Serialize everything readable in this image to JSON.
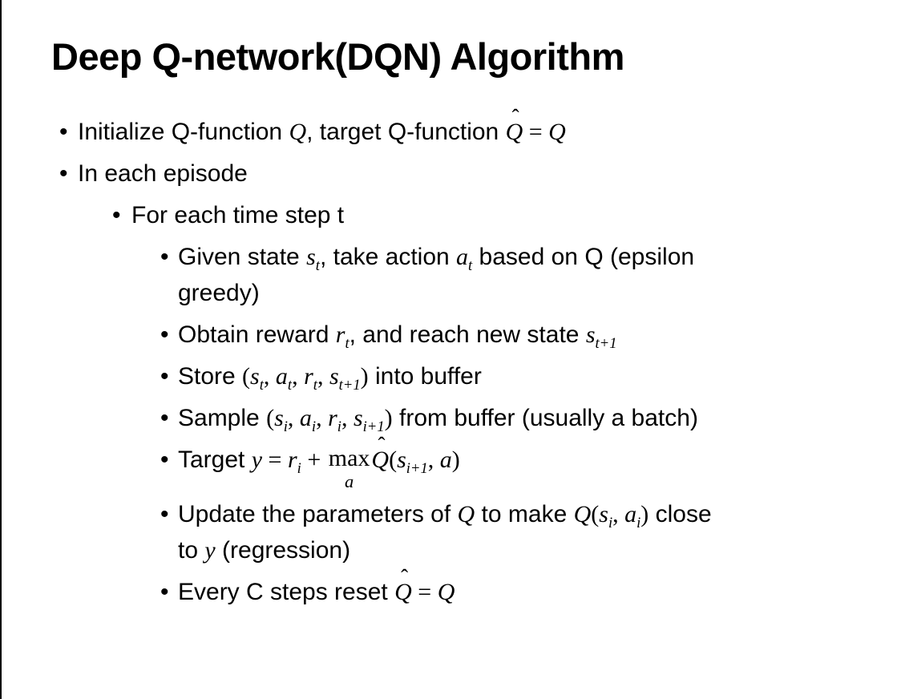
{
  "slide": {
    "title": "Deep Q-network(DQN) Algorithm",
    "bullet": "•",
    "hat": "ˆ",
    "b0": {
      "p0": "Initialize Q-function ",
      "q1": "Q",
      "p1": ", target Q-function ",
      "qh": "Q",
      "eq": " = ",
      "q2": "Q"
    },
    "b1": {
      "p0": "In each episode"
    },
    "b2": {
      "p0": "For each time step t"
    },
    "b3": {
      "p0": "Given state ",
      "v0": "s",
      "s0": "t",
      "p1": ", take action ",
      "v1": "a",
      "s1": "t",
      "p2": " based on Q (epsilon",
      "l2": "greedy)"
    },
    "b4": {
      "p0": "Obtain reward ",
      "v0": "r",
      "s0": "t",
      "p1": ", and reach new state ",
      "v1": "s",
      "s1": "t+1"
    },
    "b5": {
      "p0": "Store ",
      "o": "(",
      "v0": "s",
      "s0": "t",
      "c0": ", ",
      "v1": "a",
      "s1": "t",
      "c1": ", ",
      "v2": "r",
      "s2": "t",
      "c2": ", ",
      "v3": "s",
      "s3": "t+1",
      "cl": ")",
      "p1": " into buffer"
    },
    "b6": {
      "p0": "Sample ",
      "o": "(",
      "v0": "s",
      "s0": "i",
      "c0": ", ",
      "v1": "a",
      "s1": "i",
      "c1": ", ",
      "v2": "r",
      "s2": "i",
      "c2": ", ",
      "v3": "s",
      "s3": "i+1",
      "cl": ")",
      "p1": " from buffer (usually a batch)"
    },
    "b7": {
      "p0": "Target ",
      "y": "y",
      "eq": " = ",
      "r": "r",
      "sr": "i",
      "plus": " + ",
      "op": "max",
      "under": "a",
      "qh": "Q",
      "o": "(",
      "v0": "s",
      "s0": "i+1",
      "c0": ", ",
      "a": "a",
      "cl": ")"
    },
    "b8": {
      "p0": "Update the parameters of ",
      "q0": "Q",
      "p1": " to make ",
      "q1": "Q",
      "o": "(",
      "v0": "s",
      "s0": "i",
      "c0": ", ",
      "v1": "a",
      "s1": "i",
      "cl": ")",
      "p2": " close",
      "l2a": "to ",
      "yv": "y",
      "l2b": " (regression)"
    },
    "b9": {
      "p0": "Every C steps reset ",
      "qh": "Q",
      "eq": " = ",
      "q": "Q"
    }
  }
}
